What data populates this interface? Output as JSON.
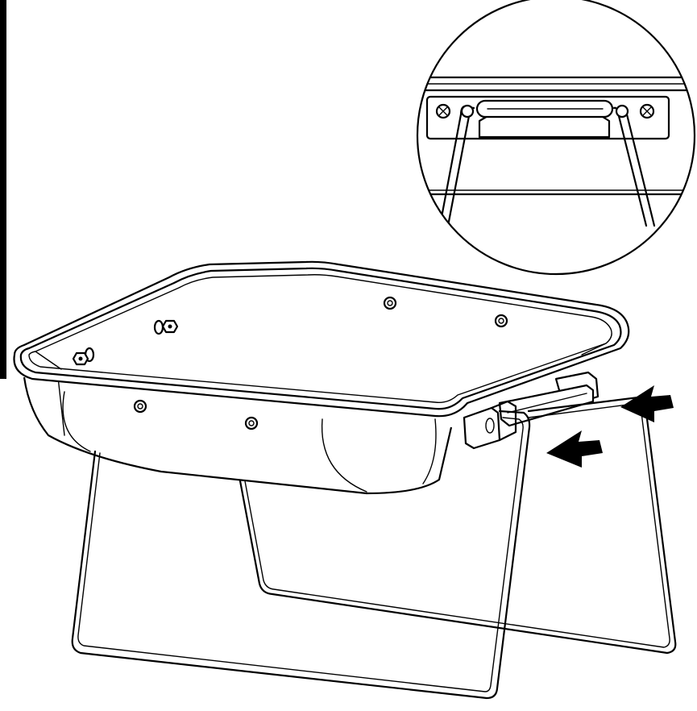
{
  "illustration": {
    "subject": "grill-basin-with-folding-wire-stand",
    "detail_callout": "handle-bracket-detail",
    "arrows": [
      {
        "icon": "push-arrow-icon",
        "direction": "left"
      },
      {
        "icon": "push-arrow-icon",
        "direction": "left"
      }
    ],
    "colors": {
      "line": "#000000",
      "background": "#ffffff"
    }
  }
}
